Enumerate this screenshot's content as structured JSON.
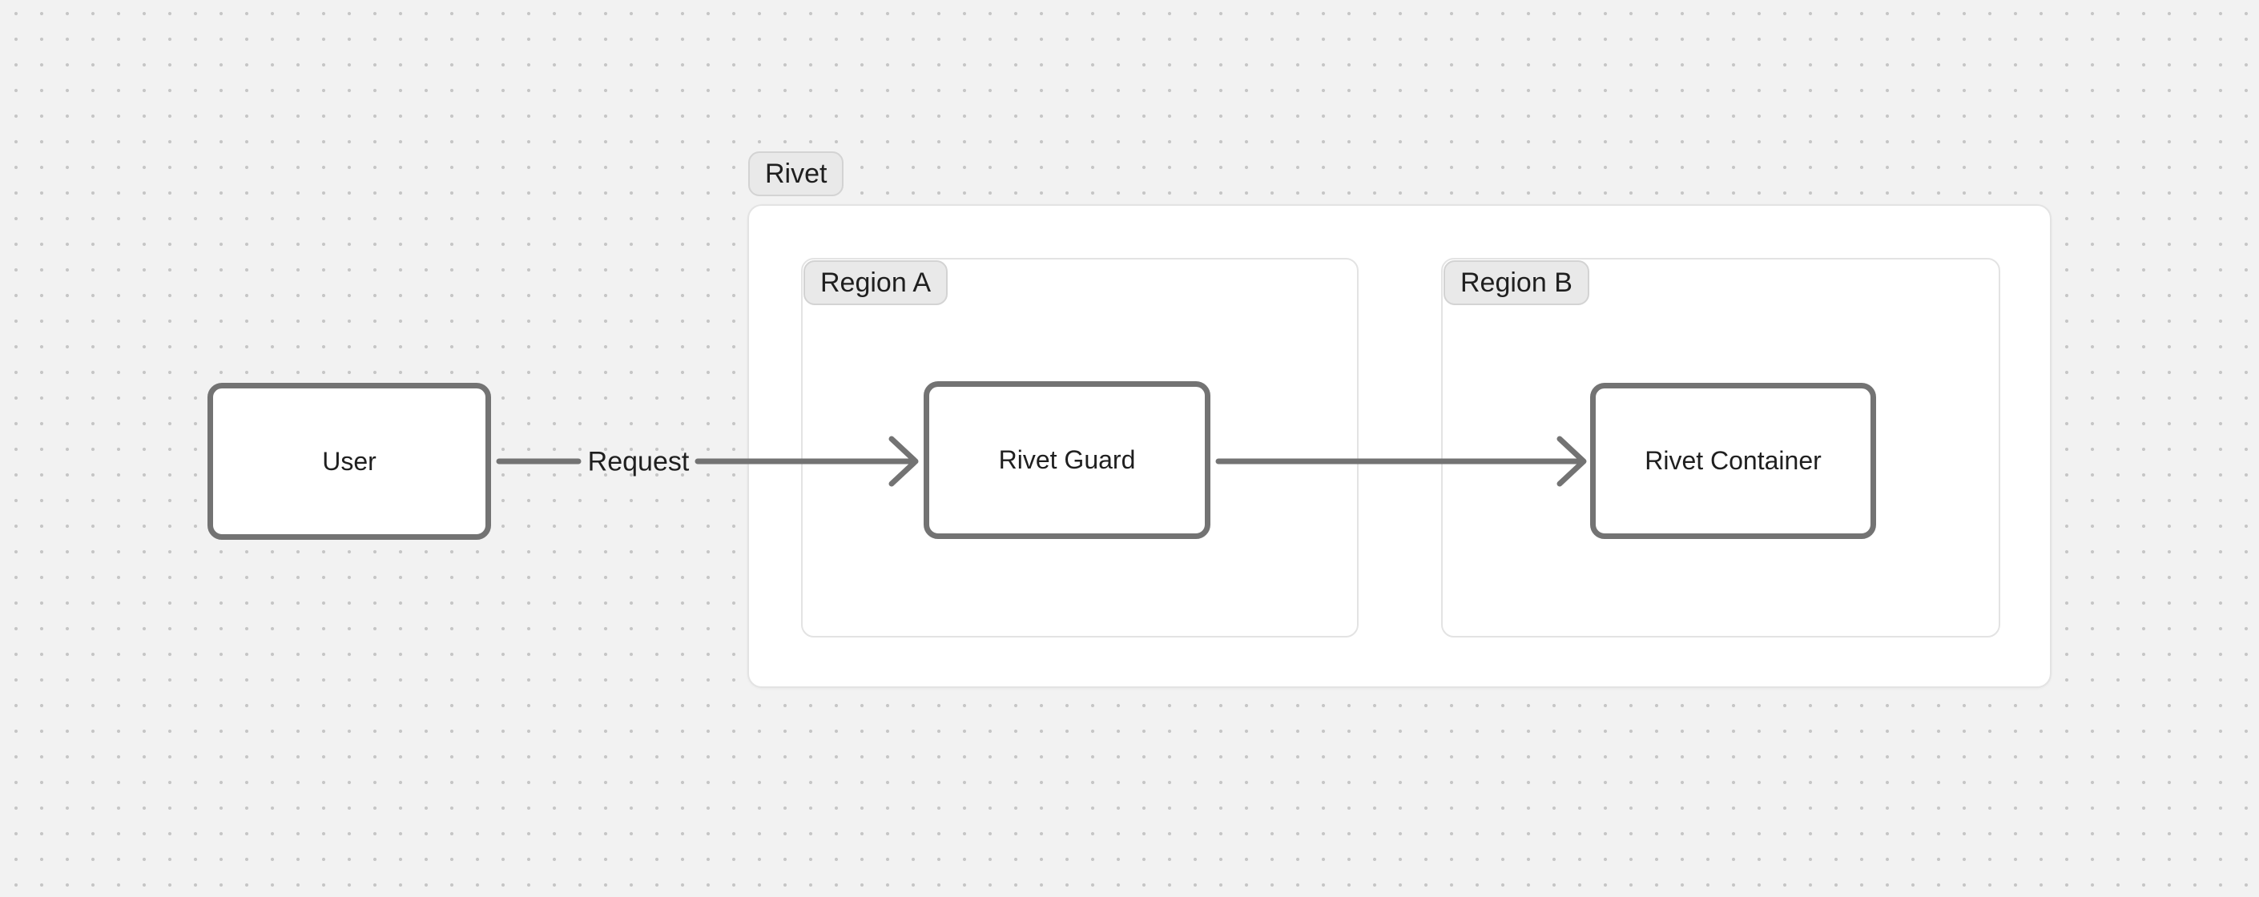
{
  "colors": {
    "background": "#f2f2f2",
    "dot": "#c6c6c6",
    "container_bg": "#ffffff",
    "container_border": "#e3e3e3",
    "pill_bg": "#e9e9e9",
    "pill_border": "#d3d3d3",
    "node_bg": "#ffffff",
    "node_border": "#737373",
    "arrow": "#737373",
    "text": "#1f1f1f"
  },
  "groups": {
    "rivet": {
      "label": "Rivet"
    },
    "region_a": {
      "label": "Region A"
    },
    "region_b": {
      "label": "Region B"
    }
  },
  "nodes": {
    "user": {
      "label": "User"
    },
    "rivet_guard": {
      "label": "Rivet Guard"
    },
    "rivet_container": {
      "label": "Rivet Container"
    }
  },
  "edges": {
    "user_to_guard": {
      "label": "Request"
    }
  }
}
